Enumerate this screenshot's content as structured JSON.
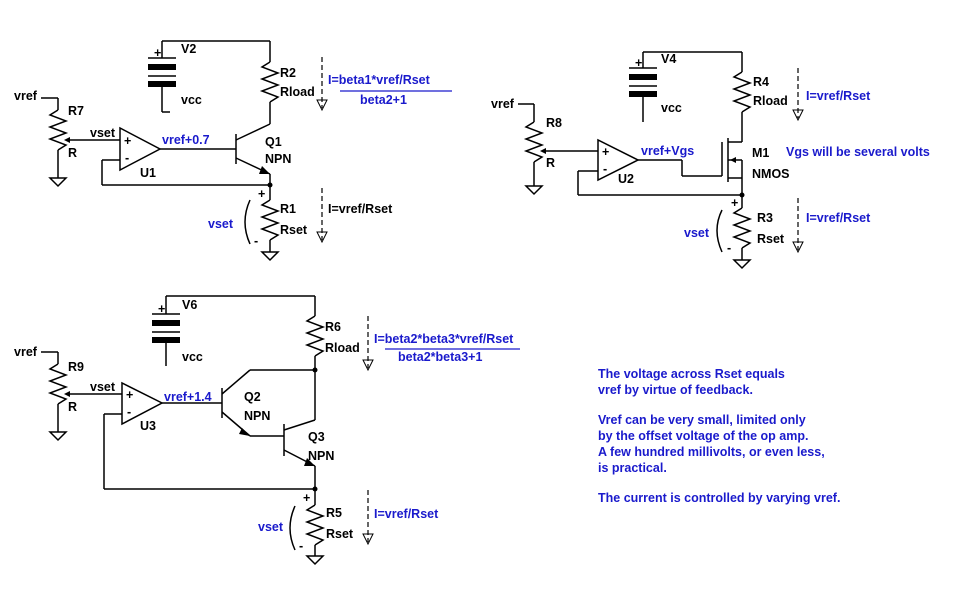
{
  "colors": {
    "wire": "#000000",
    "label": "#000000",
    "annotation": "#1a1acc",
    "background": "#ffffff"
  },
  "c1": {
    "v2": "V2",
    "vcc": "vcc",
    "r2": "R2",
    "rload": "Rload",
    "vref": "vref",
    "r7": "R7",
    "r7_val": "R",
    "vset": "vset",
    "u1": "U1",
    "plus": "+",
    "minus": "-",
    "vref07": "vref+0.7",
    "q1": "Q1",
    "npn": "NPN",
    "r1": "R1",
    "rset": "Rset",
    "vset2": "vset",
    "i_num": "I=beta1*vref/Rset",
    "i_den": "beta2+1",
    "i_rset": "I=vref/Rset"
  },
  "c2": {
    "v4": "V4",
    "vcc": "vcc",
    "r4": "R4",
    "rload": "Rload",
    "i_top": "I=vref/Rset",
    "vref": "vref",
    "r8": "R8",
    "r8_val": "R",
    "u2": "U2",
    "vrefvgs": "vref+Vgs",
    "m1": "M1",
    "nmos": "NMOS",
    "vgs_note": "Vgs will be several volts",
    "vset": "vset",
    "r3": "R3",
    "rset": "Rset",
    "i_rset": "I=vref/Rset"
  },
  "c3": {
    "v6": "V6",
    "vcc": "vcc",
    "r6": "R6",
    "rload": "Rload",
    "i_num": "I=beta2*beta3*vref/Rset",
    "i_den": "beta2*beta3+1",
    "vref": "vref",
    "r9": "R9",
    "r9_val": "R",
    "vset": "vset",
    "u3": "U3",
    "vref14": "vref+1.4",
    "q2": "Q2",
    "npn2": "NPN",
    "q3": "Q3",
    "npn3": "NPN",
    "vset2": "vset",
    "r5": "R5",
    "rset": "Rset",
    "i_rset": "I=vref/Rset"
  },
  "notes": [
    "The voltage across Rset equals",
    " vref by virtue of feedback.",
    "Vref can be very small, limited only",
    "by the offset voltage of the op amp.",
    "A few hundred millivolts, or even less,",
    "is practical.",
    "The current is controlled by varying vref."
  ]
}
